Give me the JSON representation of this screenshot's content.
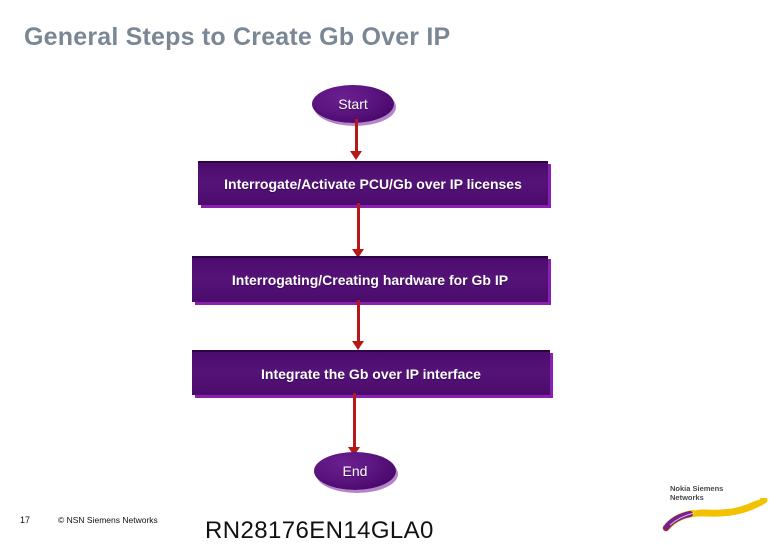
{
  "slide": {
    "title": "General Steps to Create Gb Over IP"
  },
  "flowchart": {
    "type": "flowchart",
    "orientation": "vertical",
    "nodes": [
      {
        "id": "start",
        "shape": "terminator",
        "label": "Start"
      },
      {
        "id": "step-1",
        "shape": "process",
        "label": "Interrogate/Activate PCU/Gb over IP licenses"
      },
      {
        "id": "step-2",
        "shape": "process",
        "label": "Interrogating/Creating hardware for Gb IP"
      },
      {
        "id": "step-3",
        "shape": "process",
        "label": "Integrate the Gb over IP interface"
      },
      {
        "id": "end",
        "shape": "terminator",
        "label": "End"
      }
    ],
    "edges": [
      {
        "from": "start",
        "to": "step-1",
        "style": "arrow-down"
      },
      {
        "from": "step-1",
        "to": "step-2",
        "style": "arrow-down"
      },
      {
        "from": "step-2",
        "to": "step-3",
        "style": "arrow-down"
      },
      {
        "from": "step-3",
        "to": "end",
        "style": "arrow-down"
      }
    ],
    "colors": {
      "node_fill": "#4b0b6c",
      "node_shadow": "#8a1fb0",
      "node_text": "#ffffff",
      "connector": "#b51818",
      "title_text": "#7a8794"
    }
  },
  "footer": {
    "page_number": "17",
    "copyright": "© NSN Siemens Networks",
    "document_code": "RN28176EN14GLA0"
  },
  "logo": {
    "name": "Nokia Siemens\nNetworks",
    "swoosh_purple": "#7a1f8c",
    "swoosh_yellow": "#f2c200"
  }
}
